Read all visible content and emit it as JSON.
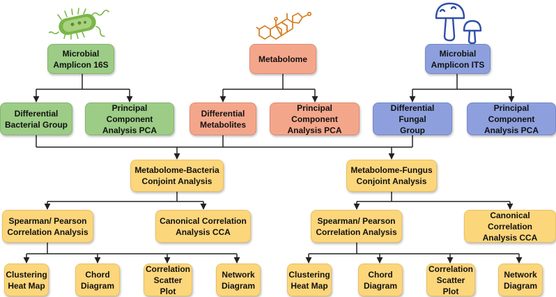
{
  "colors": {
    "green": "#9ccc86",
    "salmon": "#f4a68b",
    "blue": "#8da0dd",
    "yellow": "#fcd67b",
    "line": "#222222",
    "bacterium": "#7ab648",
    "molecule": "#d9822b",
    "mushroom": "#2f4fa8"
  },
  "icons": {
    "bacterium": "bacterium-icon",
    "molecule": "steroid-molecule-icon",
    "mushroom": "mushroom-icon"
  },
  "nodes": {
    "amplicon_16s": "Microbial\nAmplicon 16S",
    "metabolome": "Metabolome",
    "amplicon_its": "Microbial\nAmplicon ITS",
    "diff_bacterial": "Differential\nBacterial Group",
    "pca_16s": "Principal Component\nAnalysis PCA",
    "diff_metabolites": "Differential\nMetabolites",
    "pca_metabolome": "Principal Component\nAnalysis PCA",
    "diff_fungal": "Differential Fungal\nGroup",
    "pca_its": "Principal Component\nAnalysis PCA",
    "conjoint_bacteria": "Metabolome-Bacteria\nConjoint Analysis",
    "conjoint_fungus": "Metabolome-Fungus\nConjoint Analysis",
    "corr_bacteria": "Spearman/ Pearson\nCorrelation Analysis",
    "cca_bacteria": "Canonical Correlation\nAnalysis CCA",
    "corr_fungus": "Spearman/ Pearson\nCorrelation Analysis",
    "cca_fungus": "Canonical Correlation\nAnalysis CCA",
    "heatmap_b": "Clustering\nHeat Map",
    "chord_b": "Chord\nDiagram",
    "scatter_b": "Correlation\nScatter Plot",
    "network_b": "Network\nDiagram",
    "heatmap_f": "Clustering\nHeat Map",
    "chord_f": "Chord\nDiagram",
    "scatter_f": "Correlation\nScatter Plot",
    "network_f": "Network\nDiagram"
  }
}
